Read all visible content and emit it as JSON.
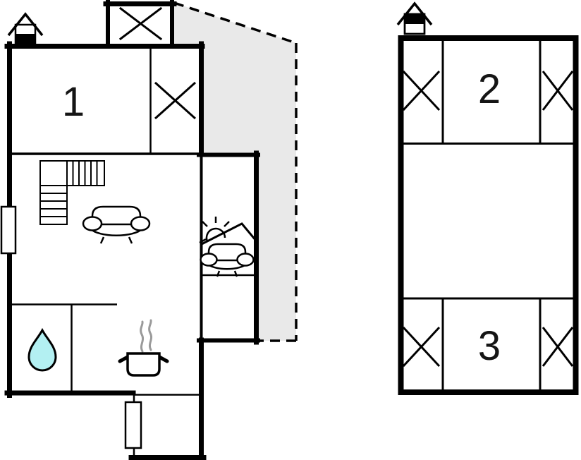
{
  "plan": {
    "type": "floor-plan",
    "colors": {
      "line": "#000000",
      "terrace_fill": "#e9e9e9",
      "water_drop_fill": "#b3f0f2",
      "steam": "#9a9a9a",
      "background": "#ffffff"
    },
    "left_plan": {
      "room_label": "1",
      "icons": [
        "fireplace-icon",
        "bed-icon",
        "bed-icon",
        "staircase-icon",
        "sofa-icon",
        "window",
        "door",
        "sun-lounge-sofa-icon",
        "sun-icon",
        "water-drop-icon",
        "cooking-pot-icon",
        "terrace-area"
      ]
    },
    "right_plan": {
      "rooms": [
        {
          "label": "2"
        },
        {
          "label": "3"
        }
      ],
      "icons": [
        "fireplace-icon",
        "bed-icon",
        "bed-icon",
        "bed-icon",
        "bed-icon"
      ]
    }
  }
}
